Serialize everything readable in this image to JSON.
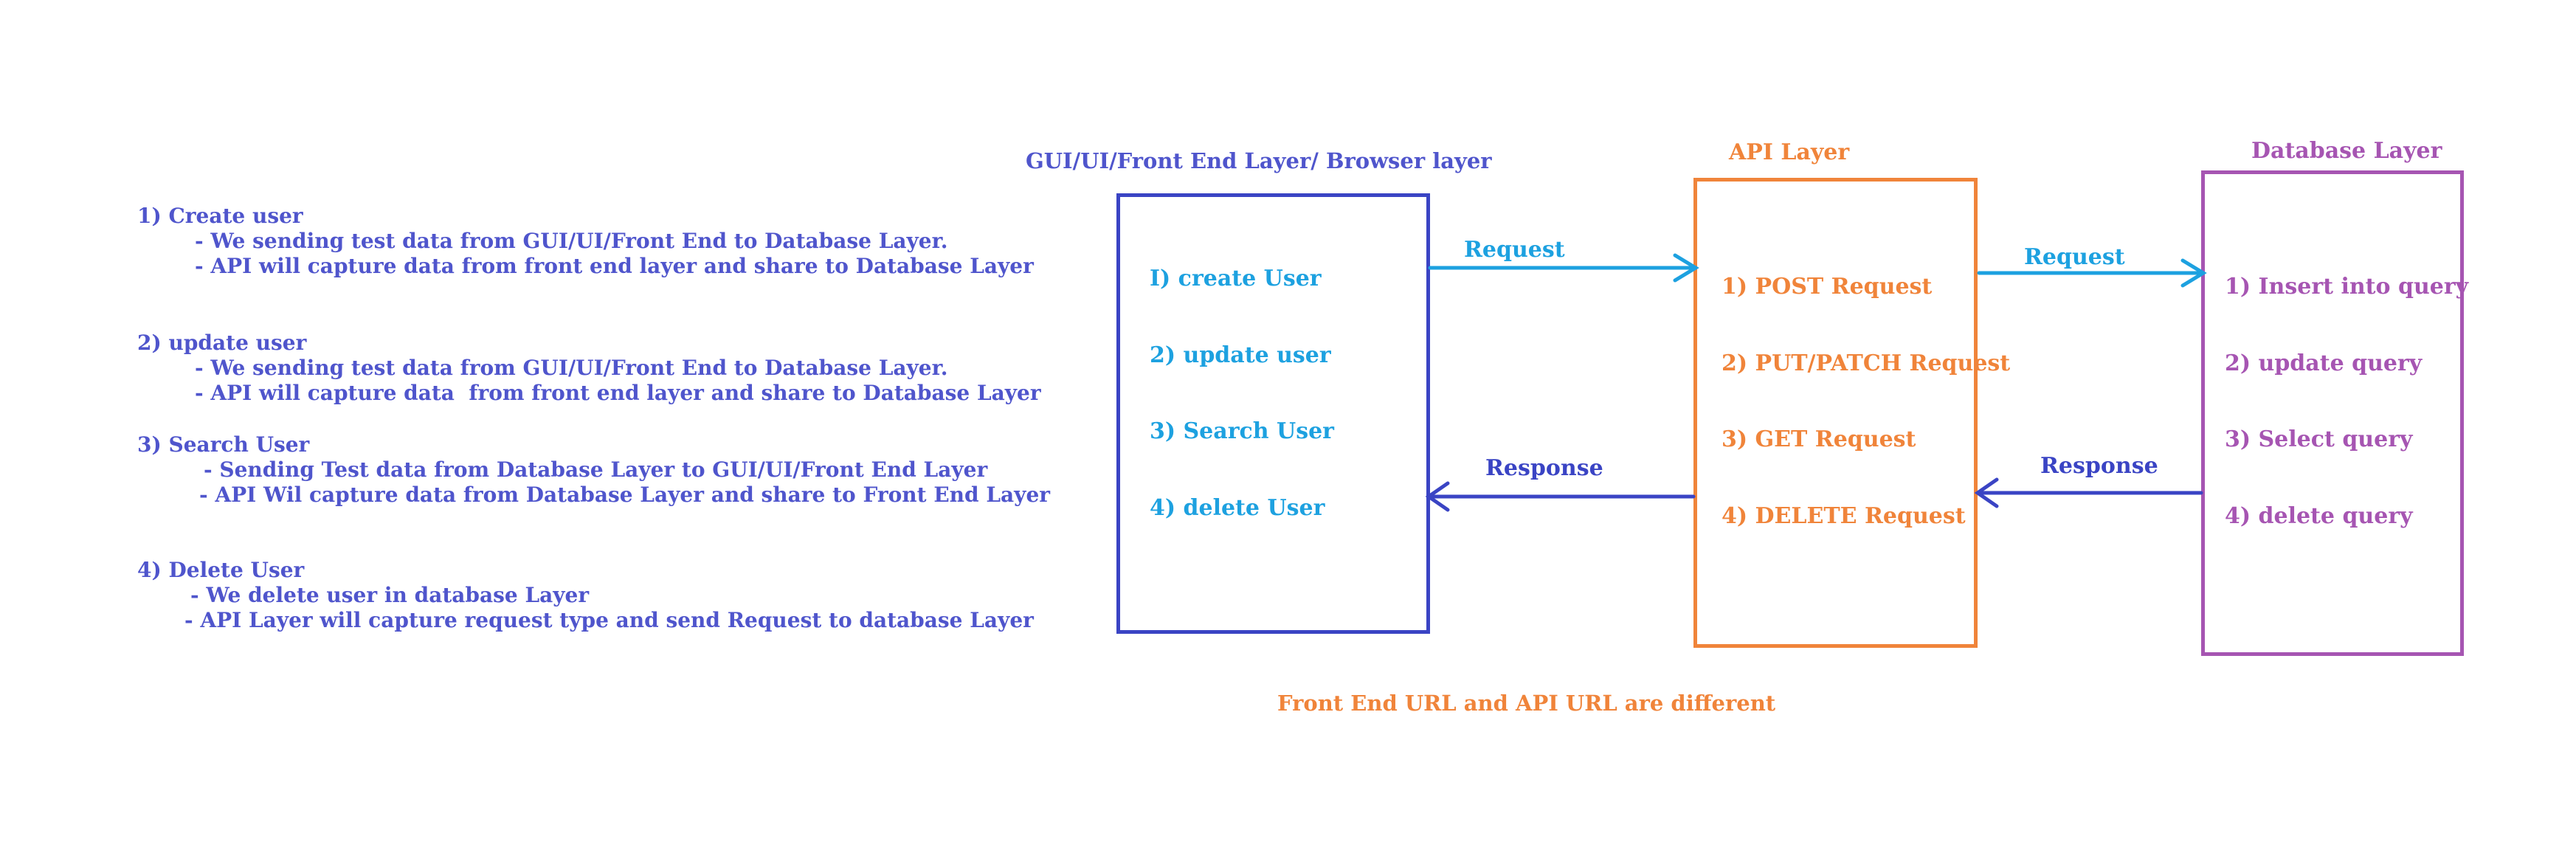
{
  "notes": {
    "create": {
      "title": "1) Create user",
      "line1": "- We sending test data from GUI/UI/Front End to Database Layer.",
      "line2": "- API will capture data from front end layer and share to Database Layer"
    },
    "update": {
      "title": "2) update user",
      "line1": "- We sending test data from GUI/UI/Front End to Database Layer.",
      "line2": "- API will capture data  from front end layer and share to Database Layer"
    },
    "search": {
      "title": "3) Search User",
      "line1": "- Sending Test data from Database Layer to GUI/UI/Front End Layer",
      "line2": "- API Wil capture data from Database Layer and share to Front End Layer"
    },
    "delete": {
      "title": "4) Delete User",
      "line1": "- We delete user in database Layer",
      "line2": "- API Layer will capture request type and send Request to database Layer"
    }
  },
  "frontend": {
    "title": "GUI/UI/Front End Layer/ Browser layer",
    "items": [
      "I) create User",
      "2) update user",
      "3) Search User",
      "4) delete User"
    ],
    "color": "#3a44c4",
    "text_color": "#1da1e0"
  },
  "api": {
    "title": "API Layer",
    "items": [
      "1) POST Request",
      "2) PUT/PATCH Request",
      "3) GET Request",
      "4) DELETE Request"
    ],
    "color": "#f0843a"
  },
  "database": {
    "title": "Database Layer",
    "items": [
      "1) Insert into query",
      "2) update query",
      "3) Select query",
      "4) delete query"
    ],
    "color": "#a655b2"
  },
  "arrows": {
    "request_left": "Request",
    "request_right": "Request",
    "response_left": "Response",
    "response_right": "Response",
    "request_color": "#1da1e0",
    "response_color": "#3a44c4"
  },
  "footer": {
    "note": "Front End URL and API URL are different",
    "color": "#f0843a"
  }
}
